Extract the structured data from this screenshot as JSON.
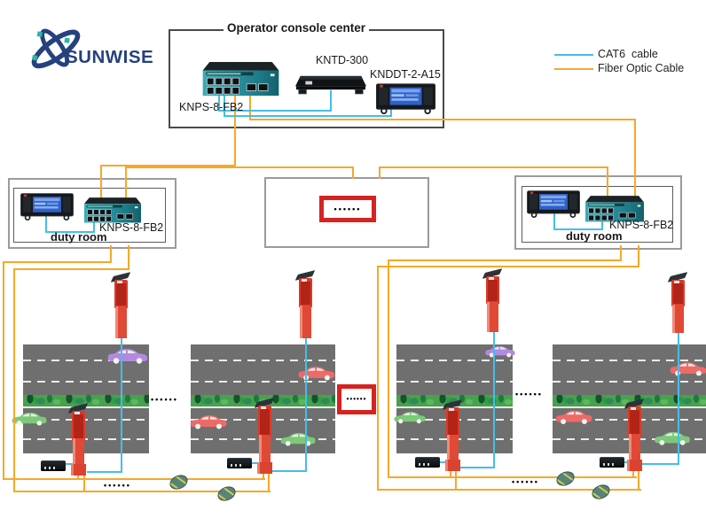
{
  "logo": {
    "text": "SUNWISE"
  },
  "console": {
    "title": "Operator console center",
    "switch_label": "KNPS-8-FB2",
    "kntd_label": "KNTD-300",
    "knddt_label": "KNDDT-2-A15"
  },
  "legend": {
    "cat6_label": "CAT6  cable",
    "fiber_label": "Fiber Optic Cable"
  },
  "duty_room_left": {
    "switch_label": "KNPS-8-FB2",
    "label": "duty room"
  },
  "duty_room_right": {
    "switch_label": "KNPS-8-FB2",
    "label": "duty room"
  },
  "ellipsis": "••••••",
  "colors": {
    "cat6_cable": "#45BEE8",
    "fiber_cable": "#F7A828",
    "alert_red": "#D6231F",
    "logo_navy": "#25417E",
    "logo_teal": "#2AB5A5",
    "road_gray": "#6F6F6F"
  }
}
